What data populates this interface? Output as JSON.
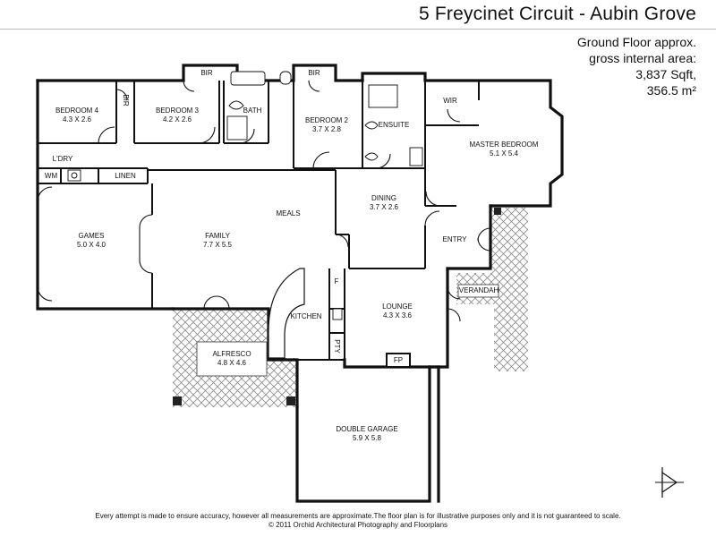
{
  "title": "5 Freycinet Circuit - Aubin Grove",
  "area": {
    "line1": "Ground Floor approx.",
    "line2": "gross internal area:",
    "line3": "3,837 Sqft,",
    "line4": "356.5 m²"
  },
  "rooms": {
    "bedroom4": {
      "name": "BEDROOM 4",
      "dims": "4.3 X 2.6"
    },
    "bedroom3": {
      "name": "BEDROOM 3",
      "dims": "4.2 X 2.6"
    },
    "bedroom2": {
      "name": "BEDROOM 2",
      "dims": "3.7 X 2.8"
    },
    "master": {
      "name": "MASTER BEDROOM",
      "dims": "5.1 X 5.4"
    },
    "games": {
      "name": "GAMES",
      "dims": "5.0 X 4.0"
    },
    "family": {
      "name": "FAMILY",
      "dims": "7.7 X 5.5"
    },
    "meals": {
      "name": "MEALS"
    },
    "dining": {
      "name": "DINING",
      "dims": "3.7 X 2.6"
    },
    "lounge": {
      "name": "LOUNGE",
      "dims": "4.3 X 3.6"
    },
    "alfresco": {
      "name": "ALFRESCO",
      "dims": "4.8 X 4.6"
    },
    "garage": {
      "name": "DOUBLE GARAGE",
      "dims": "5.9 X 5.8"
    },
    "kitchen": {
      "name": "KITCHEN"
    },
    "entry": {
      "name": "ENTRY"
    },
    "verandah": {
      "name": "VERANDAH"
    },
    "ensuite": {
      "name": "ENSUITE"
    },
    "bath": {
      "name": "BATH"
    },
    "ldry": {
      "name": "L'DRY"
    },
    "linen": {
      "name": "LINEN"
    },
    "wm": {
      "name": "WM"
    },
    "bir1": {
      "name": "BIR"
    },
    "bir2": {
      "name": "BIR"
    },
    "bir3": {
      "name": "BIR"
    },
    "wir": {
      "name": "WIR"
    },
    "fridge": {
      "name": "F"
    },
    "pantry": {
      "name": "PTY"
    },
    "fireplace": {
      "name": "FP"
    }
  },
  "footer": {
    "disclaimer": "Every attempt is made to ensure accuracy, however all measurements are approximate.The floor plan is for illustrative purposes only and it is not guaranteed to scale.",
    "copyright": "© 2011 Orchid Architectural Photography and Floorplans"
  },
  "colors": {
    "wall": "#111111",
    "hatch": "#888888",
    "page": "#ffffff"
  },
  "icons": {
    "compass": "north-arrow-icon"
  }
}
